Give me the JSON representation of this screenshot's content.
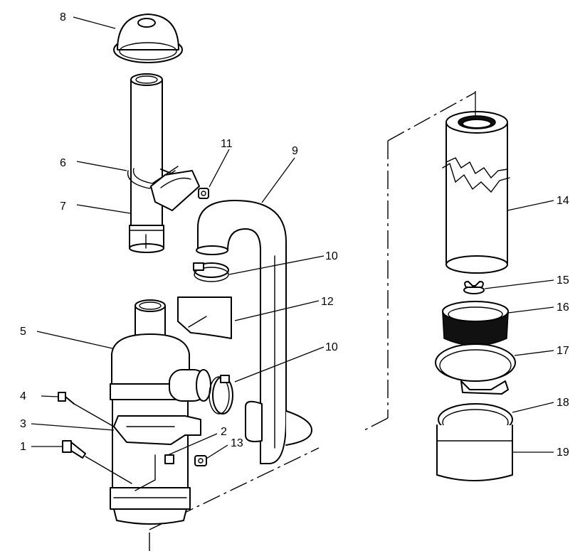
{
  "callouts": [
    {
      "id": "1",
      "label": "1"
    },
    {
      "id": "2",
      "label": "2"
    },
    {
      "id": "3",
      "label": "3"
    },
    {
      "id": "4",
      "label": "4"
    },
    {
      "id": "5",
      "label": "5"
    },
    {
      "id": "6",
      "label": "6"
    },
    {
      "id": "7",
      "label": "7"
    },
    {
      "id": "8",
      "label": "8"
    },
    {
      "id": "9",
      "label": "9"
    },
    {
      "id": "10a",
      "label": "10"
    },
    {
      "id": "10b",
      "label": "10"
    },
    {
      "id": "11",
      "label": "11"
    },
    {
      "id": "12",
      "label": "12"
    },
    {
      "id": "13",
      "label": "13"
    },
    {
      "id": "14",
      "label": "14"
    },
    {
      "id": "15",
      "label": "15"
    },
    {
      "id": "16",
      "label": "16"
    },
    {
      "id": "17",
      "label": "17"
    },
    {
      "id": "18",
      "label": "18"
    },
    {
      "id": "19",
      "label": "19"
    }
  ]
}
